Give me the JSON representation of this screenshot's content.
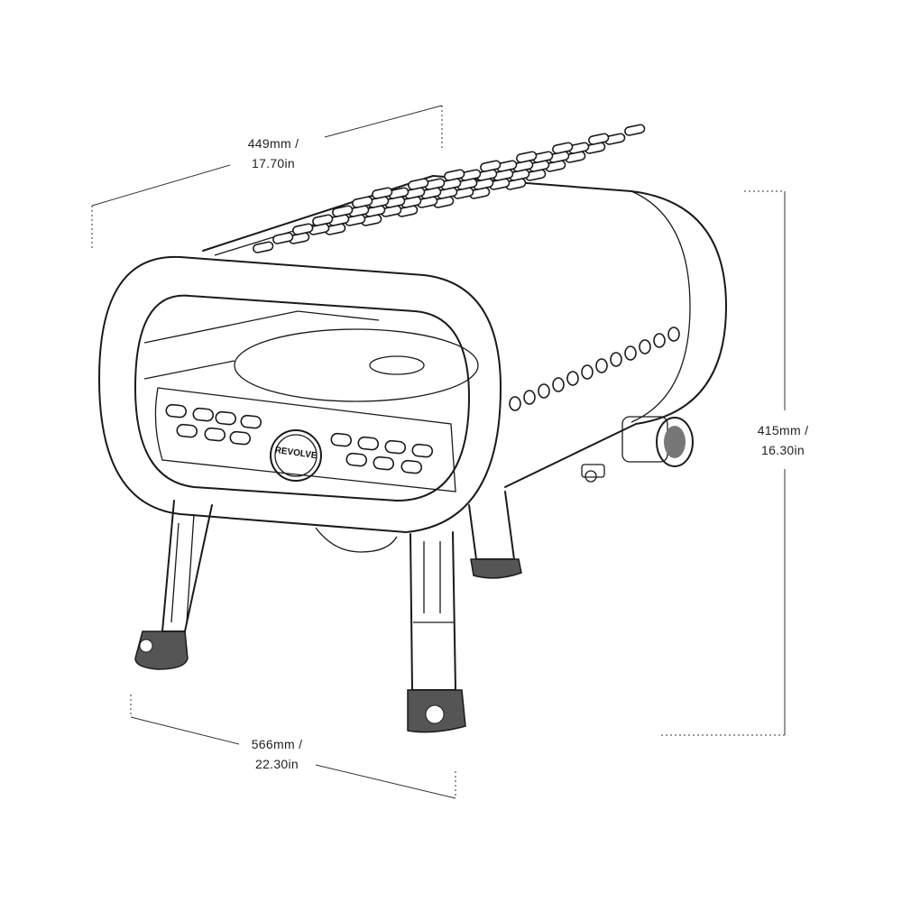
{
  "product": {
    "brand_logo": "REVOLVE"
  },
  "dimensions": {
    "depth": {
      "mm": "449mm /",
      "in": "17.70in"
    },
    "height": {
      "mm": "415mm /",
      "in": "16.30in"
    },
    "width": {
      "mm": "566mm /",
      "in": "22.30in"
    }
  },
  "colors": {
    "line": "#1a1a1a",
    "background": "#ffffff",
    "feet": "#555555"
  }
}
